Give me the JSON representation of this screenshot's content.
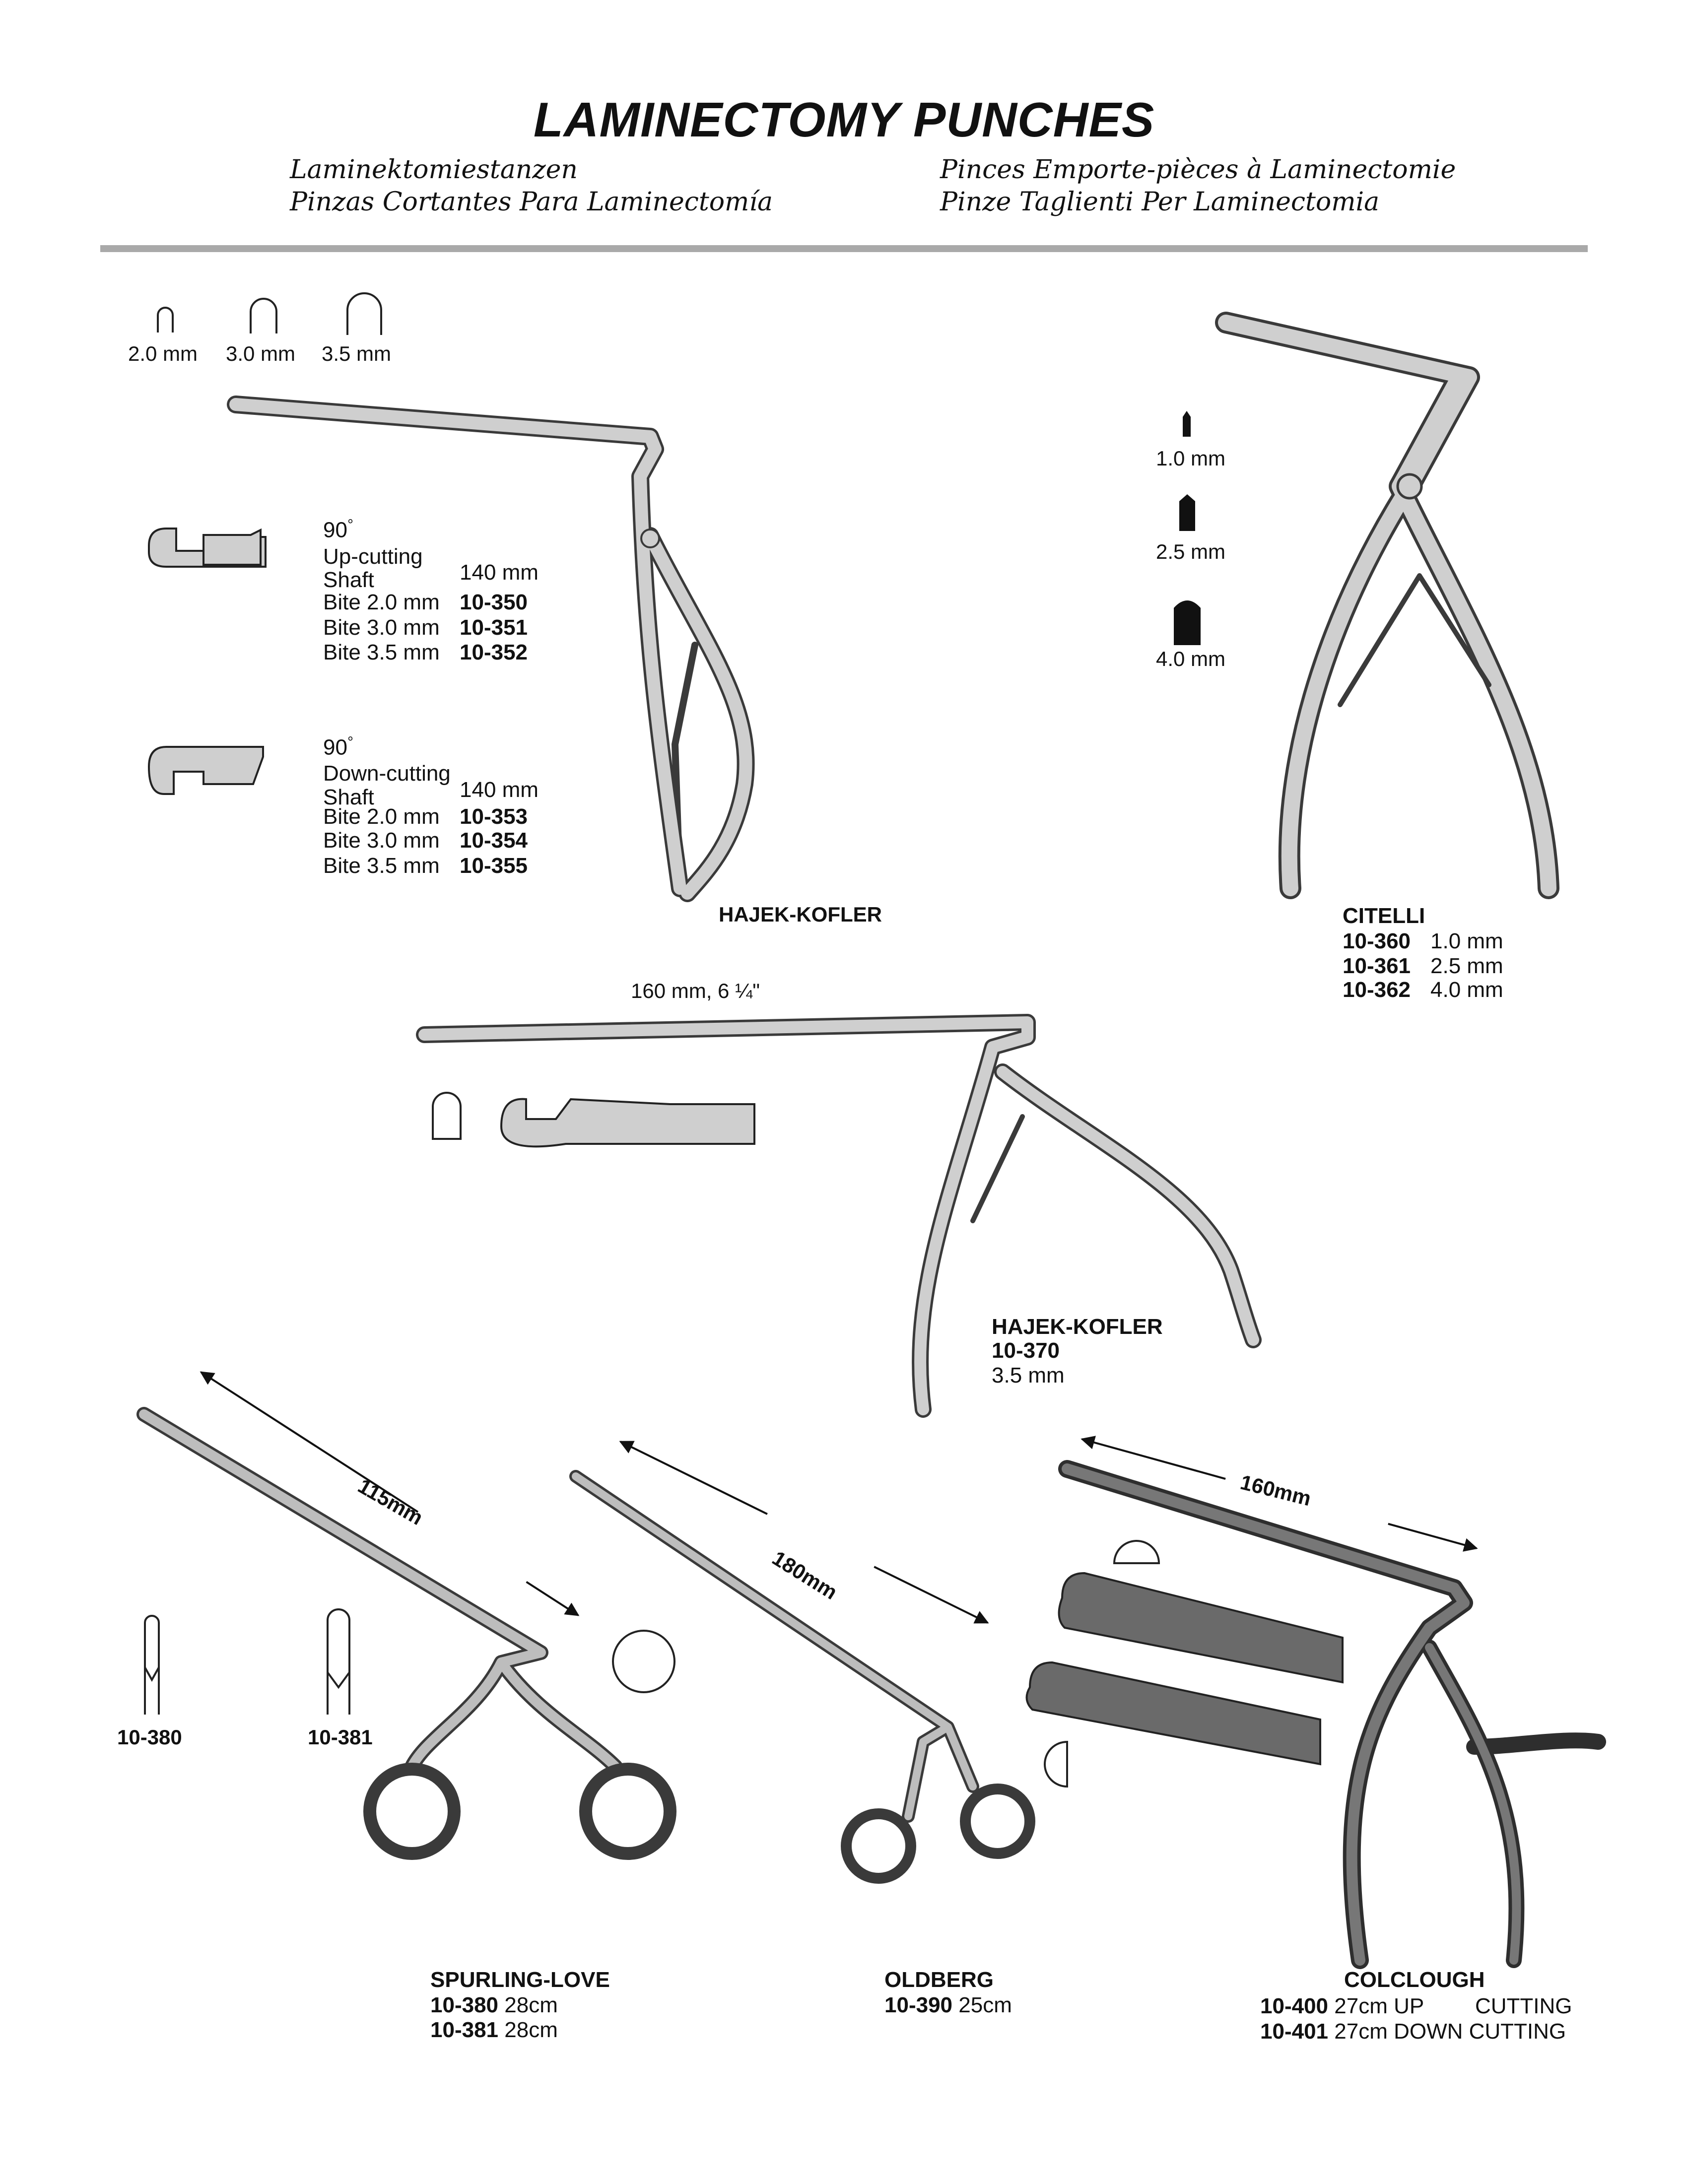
{
  "title": "LAMINECTOMY PUNCHES",
  "subtitles": {
    "german": "Laminektomiestanzen",
    "spanish": "Pinzas Cortantes Para Laminectomía",
    "french": "Pinces Emporte-pièces à Laminectomie",
    "italian": "Pinze Taglienti Per Laminectomia"
  },
  "hajek_kofler_1": {
    "bite_sizes": [
      "2.0 mm",
      "3.0 mm",
      "3.5 mm"
    ],
    "up": {
      "angle": "90",
      "degree": "°",
      "type": "Up-cutting",
      "shaft_label": "Shaft",
      "shaft_value": "140 mm",
      "rows": [
        {
          "label": "Bite 2.0 mm",
          "code": "10-350"
        },
        {
          "label": "Bite 3.0 mm",
          "code": "10-351"
        },
        {
          "label": "Bite 3.5 mm",
          "code": "10-352"
        }
      ]
    },
    "down": {
      "angle": "90",
      "degree": "°",
      "type": "Down-cutting",
      "shaft_label": "Shaft",
      "shaft_value": "140 mm",
      "rows": [
        {
          "label": "Bite 2.0 mm",
          "code": "10-353"
        },
        {
          "label": "Bite 3.0 mm",
          "code": "10-354"
        },
        {
          "label": "Bite 3.5 mm",
          "code": "10-355"
        }
      ]
    },
    "name": "HAJEK-KOFLER"
  },
  "citelli": {
    "tip_sizes": [
      "1.0 mm",
      "2.5 mm",
      "4.0 mm"
    ],
    "name": "CITELLI",
    "rows": [
      {
        "code": "10-360",
        "size": "1.0 mm"
      },
      {
        "code": "10-361",
        "size": "2.5 mm"
      },
      {
        "code": "10-362",
        "size": "4.0 mm"
      }
    ]
  },
  "hajek_kofler_2": {
    "length": "160 mm, 6 ¼\"",
    "name": "HAJEK-KOFLER",
    "code": "10-370",
    "size": "3.5 mm"
  },
  "spurling_love": {
    "dimension": "115mm",
    "tip_codes": [
      "10-380",
      "10-381"
    ],
    "name": "SPURLING-LOVE",
    "rows": [
      {
        "code": "10-380",
        "size": "28cm"
      },
      {
        "code": "10-381",
        "size": "28cm"
      }
    ]
  },
  "oldberg": {
    "dimension": "180mm",
    "name": "OLDBERG",
    "rows": [
      {
        "code": "10-390",
        "size": "25cm"
      }
    ]
  },
  "colclough": {
    "dimension": "160mm",
    "name": "COLCLOUGH",
    "rows": [
      {
        "code": "10-400",
        "size": "27cm UP",
        "extra": "CUTTING"
      },
      {
        "code": "10-401",
        "size": "27cm DOWN CUTTING"
      }
    ]
  },
  "colors": {
    "rule": "#a9a9a9",
    "steel": "#cfcfcf",
    "outline": "#3a3a3a"
  }
}
